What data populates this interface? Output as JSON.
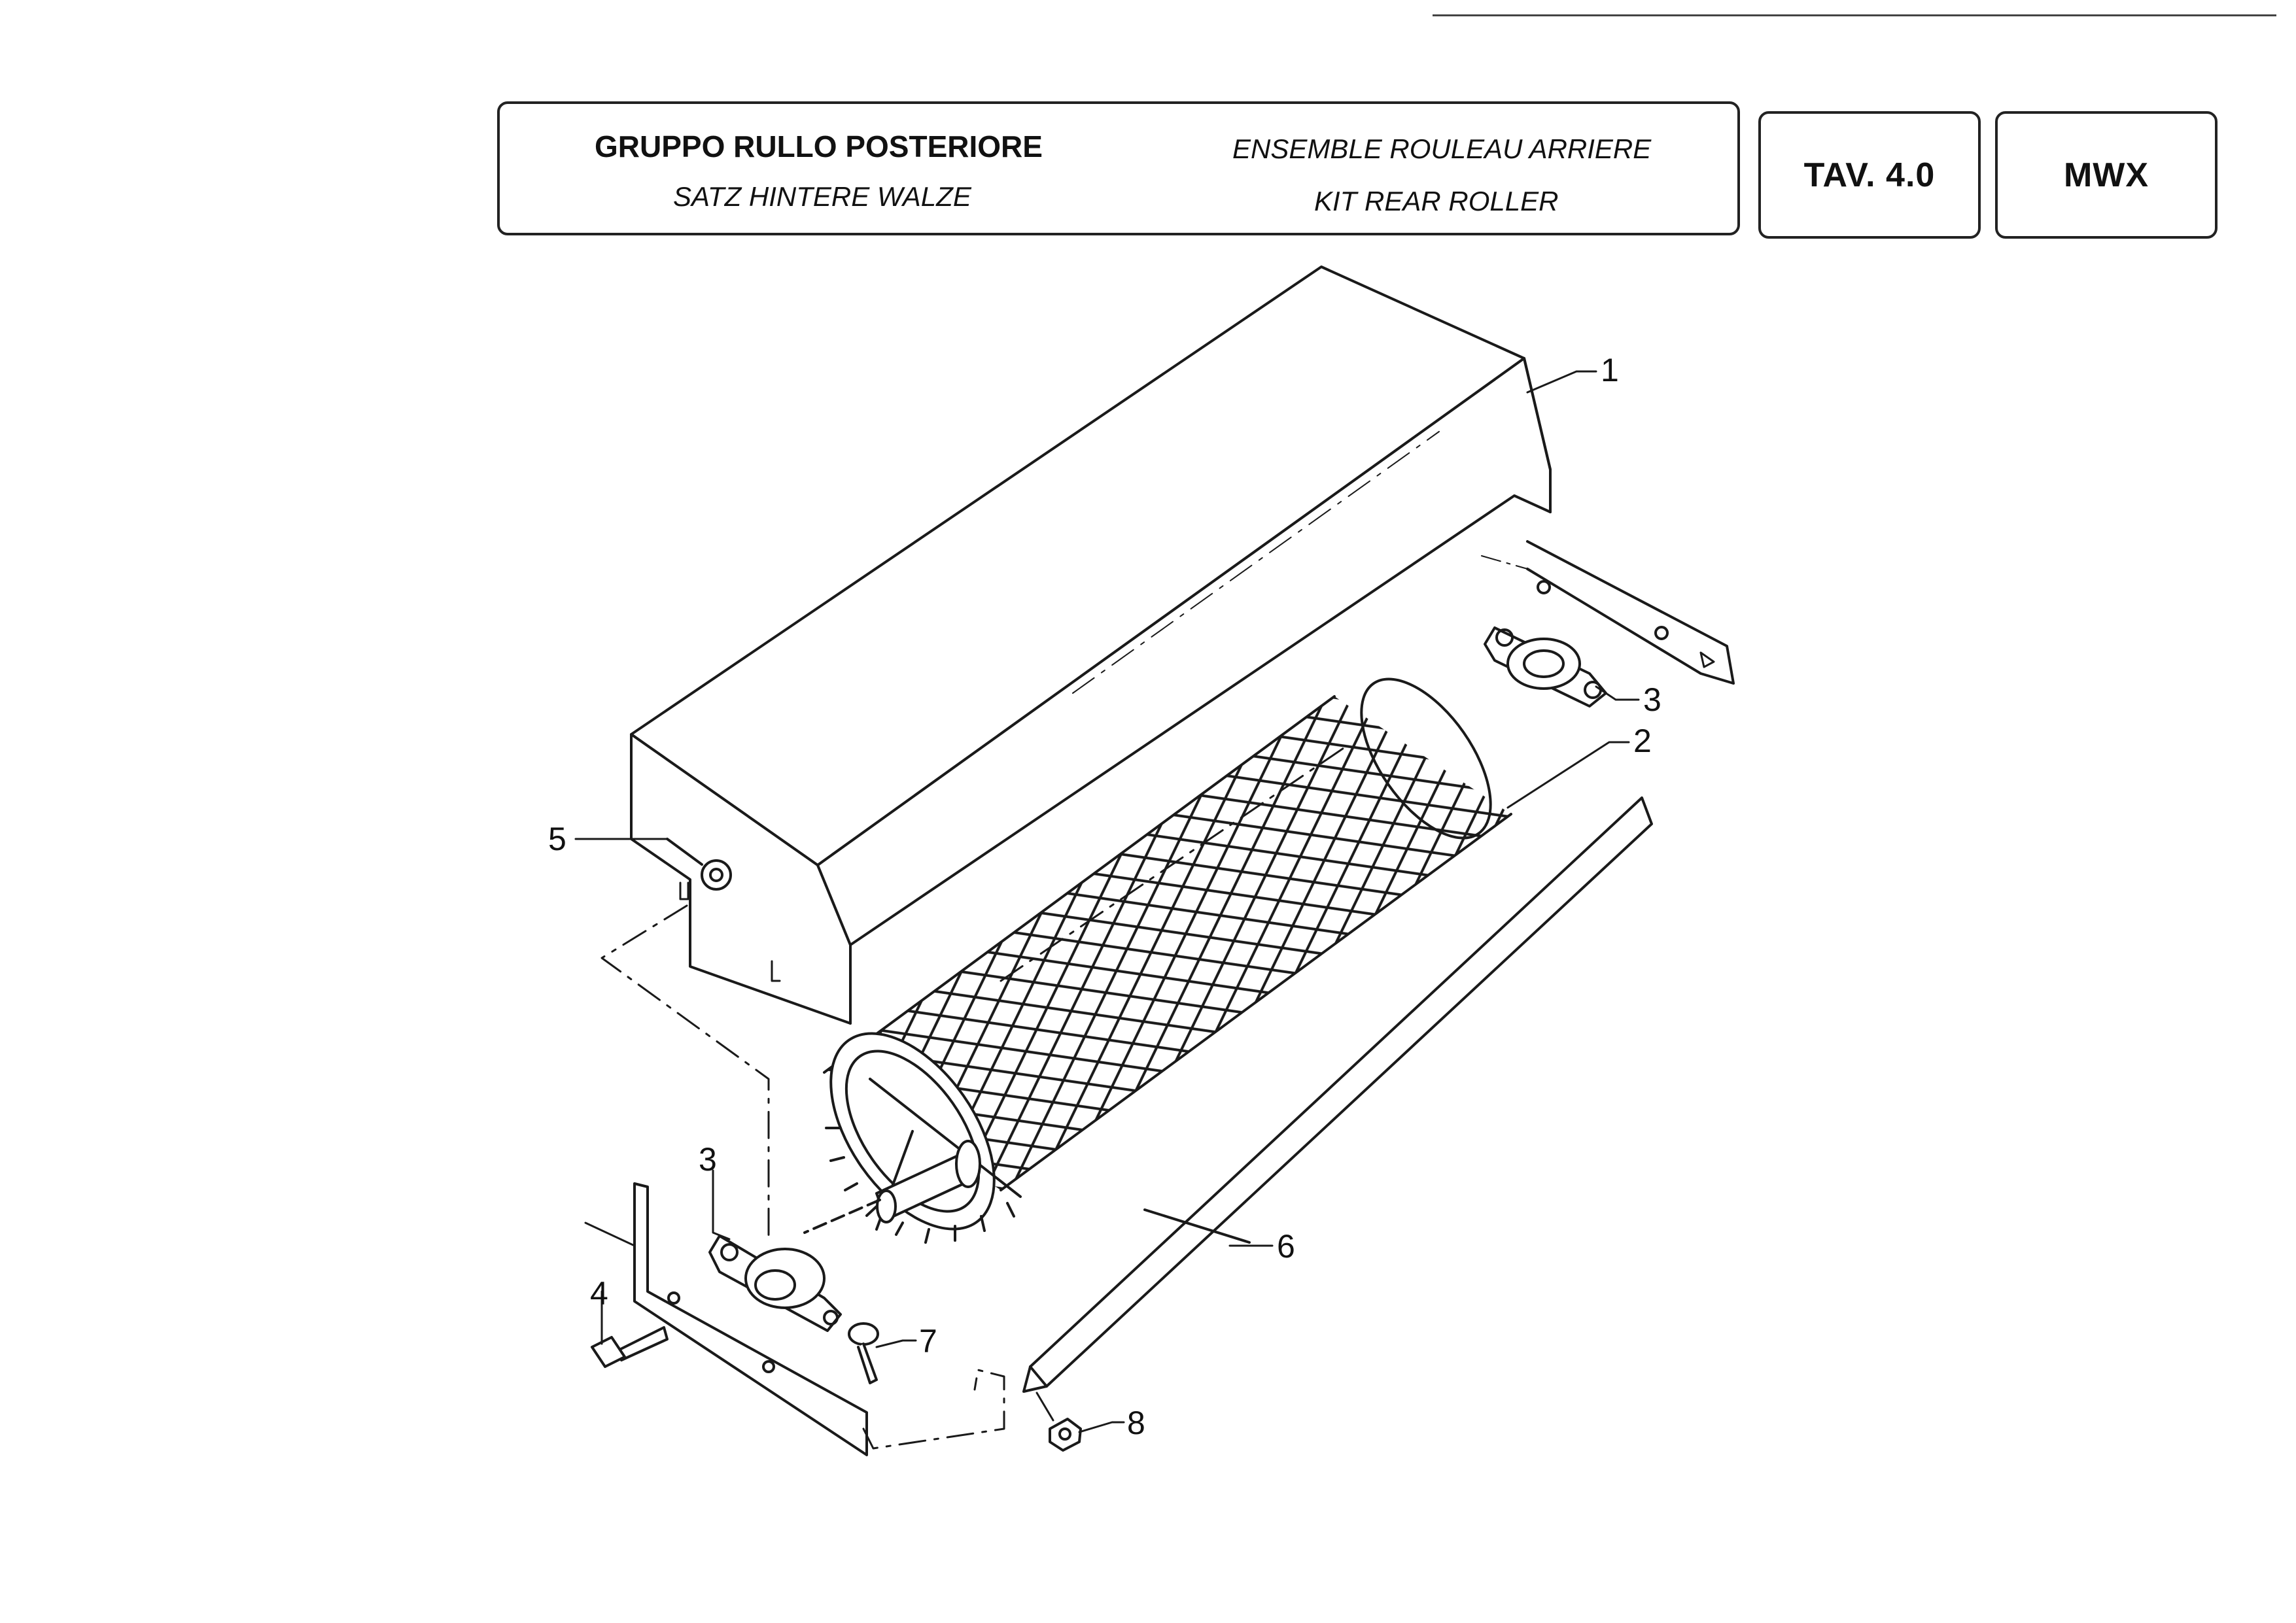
{
  "header": {
    "title_it": "GRUPPO RULLO POSTERIORE",
    "title_fr": "ENSEMBLE ROULEAU ARRIERE",
    "title_de": "SATZ HINTERE WALZE",
    "title_en": "KIT REAR ROLLER",
    "table_number": "TAV. 4.0",
    "model": "MWX"
  },
  "callouts": {
    "c1": "1",
    "c2": "2",
    "c3a": "3",
    "c3b": "3",
    "c4": "4",
    "c5": "5",
    "c6": "6",
    "c7": "7",
    "c8": "8"
  }
}
